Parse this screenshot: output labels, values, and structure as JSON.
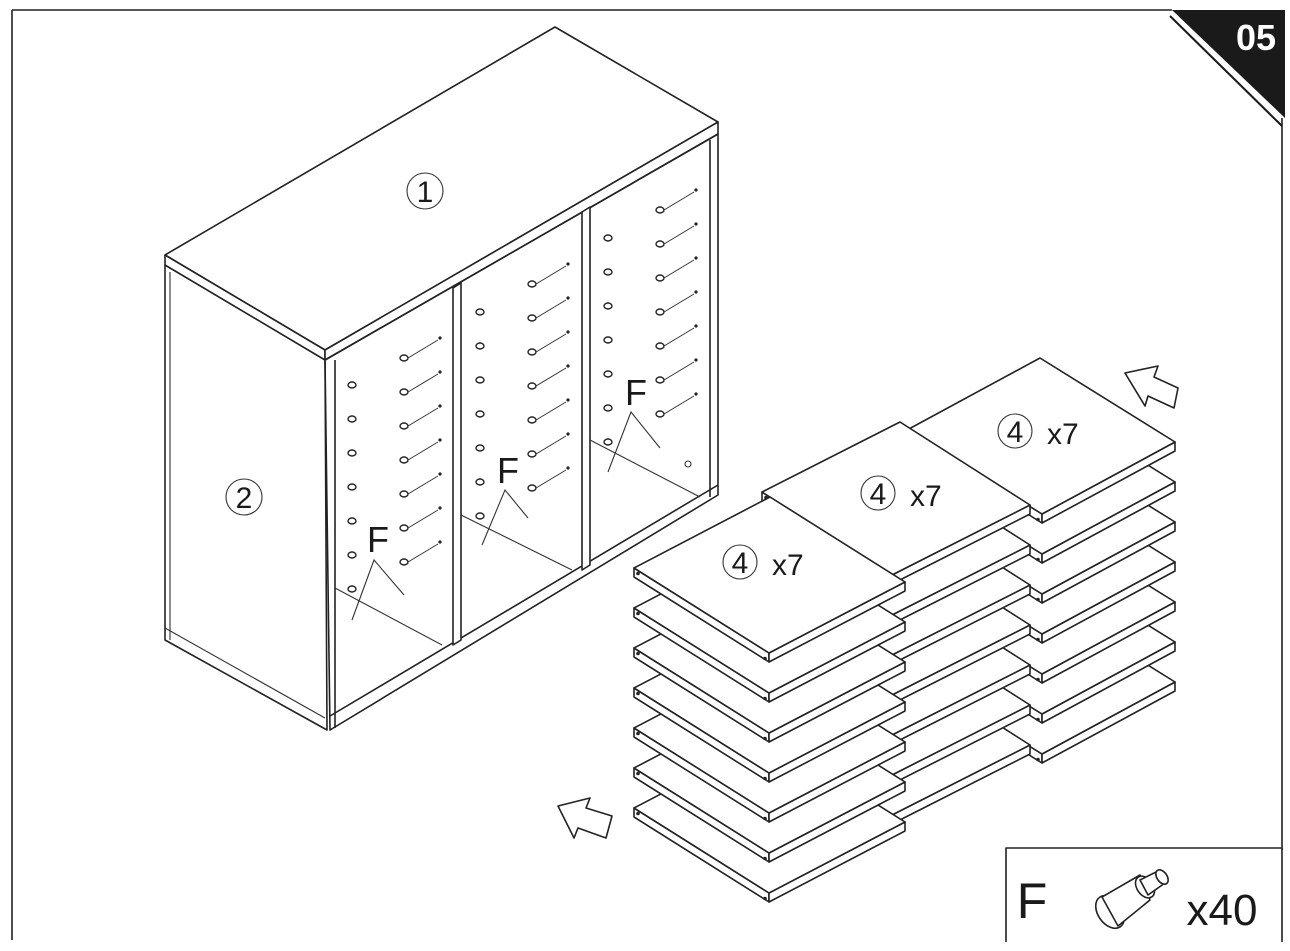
{
  "step": {
    "number": "05"
  },
  "labels": {
    "top_panel": "1",
    "side_panel": "2",
    "shelf_part": "4",
    "pin_label": "F"
  },
  "shelf_stacks": [
    {
      "part": "4",
      "qty": "x7"
    },
    {
      "part": "4",
      "qty": "x7"
    },
    {
      "part": "4",
      "qty": "x7"
    }
  ],
  "hardware": {
    "part": "F",
    "qty": "x40",
    "icon": "shelf-pin-icon"
  },
  "colors": {
    "line": "#222222",
    "badge": "#1a1a1a",
    "badge_text": "#ffffff",
    "background": "#ffffff"
  }
}
